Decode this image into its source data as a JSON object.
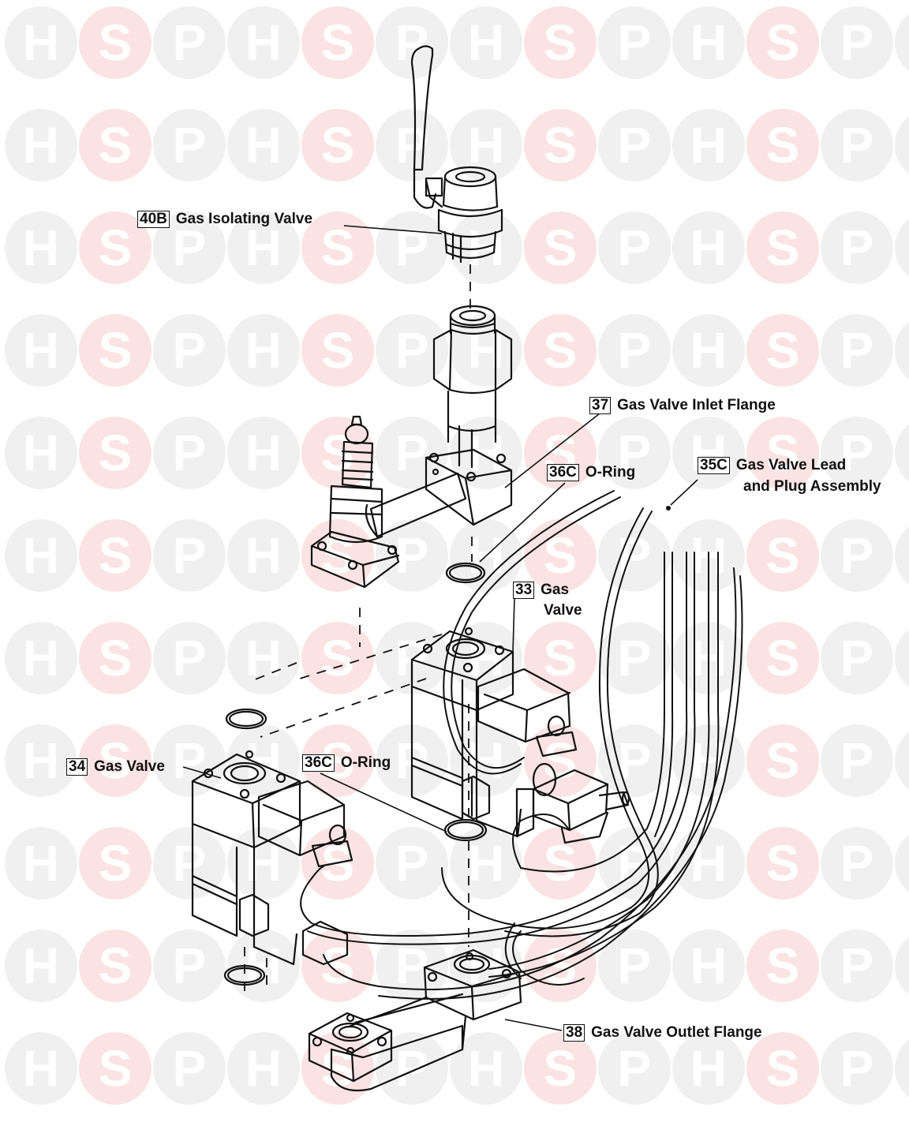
{
  "watermark": {
    "letters": [
      "H",
      "S",
      "P"
    ],
    "circle_color": "#f0f0f0",
    "accent_circle_color": "#fbe3e3",
    "text_color": "#ffffff"
  },
  "callouts": [
    {
      "code": "40B",
      "text": "Gas Isolating Valve"
    },
    {
      "code": "37",
      "text": "Gas Valve Inlet Flange"
    },
    {
      "code": "36C",
      "text": "O-Ring"
    },
    {
      "code": "35C",
      "text": "Gas Valve Lead",
      "text2": "and Plug Assembly"
    },
    {
      "code": "33",
      "text": "Gas",
      "text2": "Valve"
    },
    {
      "code": "34",
      "text": "Gas Valve"
    },
    {
      "code": "36C",
      "text": "O-Ring"
    },
    {
      "code": "38",
      "text": "Gas Valve Outlet Flange"
    }
  ]
}
